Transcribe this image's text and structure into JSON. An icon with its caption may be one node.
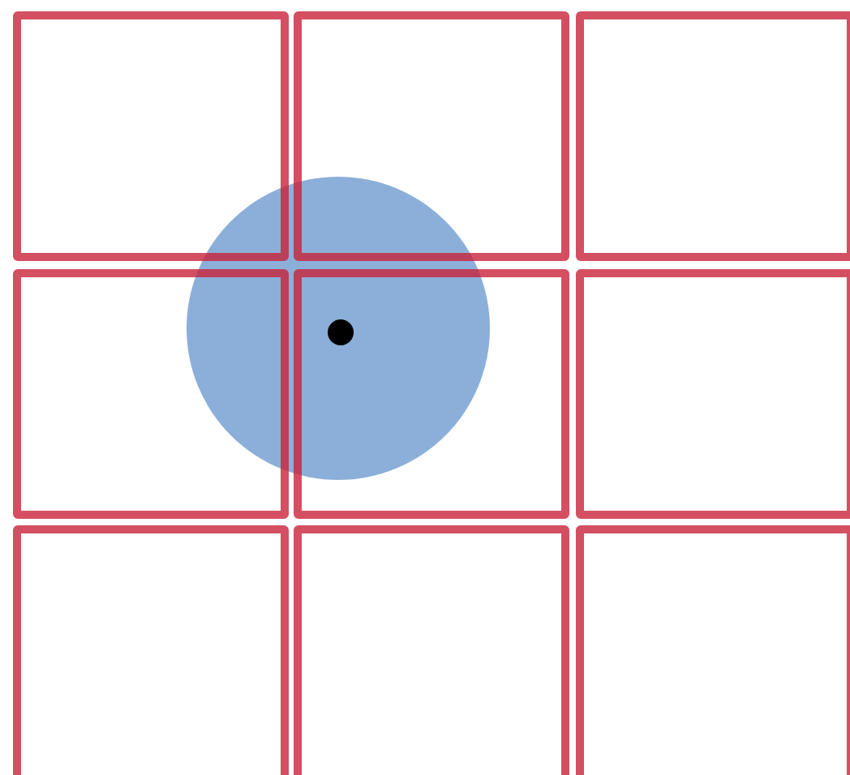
{
  "diagram": {
    "nodes": [
      {
        "text": [],
        "shape": "box"
      },
      {
        "text": [],
        "shape": "box"
      },
      {
        "text": [],
        "shape": "box"
      },
      {
        "text": [],
        "shape": "box"
      },
      {
        "text": [],
        "shape": "box"
      },
      {
        "text": [],
        "shape": "box"
      },
      {
        "text": [],
        "shape": "box"
      },
      {
        "text": [],
        "shape": "box"
      },
      {
        "text": [],
        "shape": "box"
      },
      {
        "text": [],
        "shape": "circle"
      },
      {
        "text": [],
        "shape": "dot"
      }
    ]
  }
}
